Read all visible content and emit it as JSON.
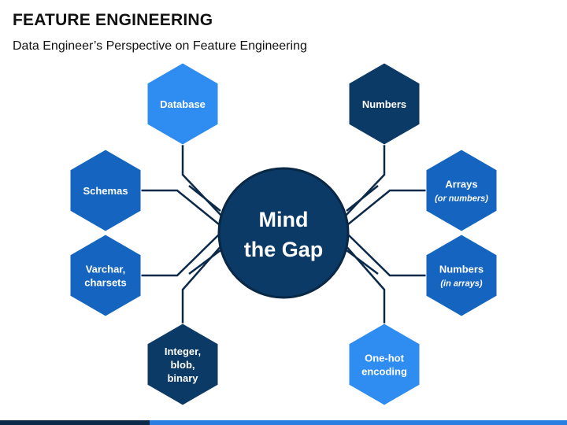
{
  "header": {
    "title": "FEATURE ENGINEERING",
    "subtitle": "Data Engineer’s Perspective on Feature Engineering"
  },
  "center": {
    "lines": [
      "Mind",
      "the Gap"
    ],
    "color": "#0b3a66"
  },
  "colors": {
    "dark_navy": "#0b3a66",
    "medium_blue": "#1565c0",
    "bright_blue": "#2f8cf0",
    "connector": "#0b2a4a",
    "bar_navy": "#0b2a4a",
    "bar_blue": "#2a7de1"
  },
  "nodes": [
    {
      "id": "database",
      "lines": [
        "Database"
      ],
      "sub": [],
      "color": "#2f8cf0"
    },
    {
      "id": "schemas",
      "lines": [
        "Schemas"
      ],
      "sub": [],
      "color": "#1565c0"
    },
    {
      "id": "varchar-charsets",
      "lines": [
        "Varchar,",
        "charsets"
      ],
      "sub": [],
      "color": "#1565c0"
    },
    {
      "id": "integer-blob-binary",
      "lines": [
        "Integer,",
        "blob,",
        "binary"
      ],
      "sub": [],
      "color": "#0b3a66"
    },
    {
      "id": "numbers",
      "lines": [
        "Numbers"
      ],
      "sub": [],
      "color": "#0b3a66"
    },
    {
      "id": "arrays",
      "lines": [
        "Arrays"
      ],
      "sub": [
        "(or numbers)"
      ],
      "color": "#1565c0"
    },
    {
      "id": "numbers-in-arrays",
      "lines": [
        "Numbers"
      ],
      "sub": [
        "(in arrays)"
      ],
      "color": "#1565c0"
    },
    {
      "id": "one-hot-encoding",
      "lines": [
        "One-hot",
        "encoding"
      ],
      "sub": [],
      "color": "#2f8cf0"
    }
  ]
}
